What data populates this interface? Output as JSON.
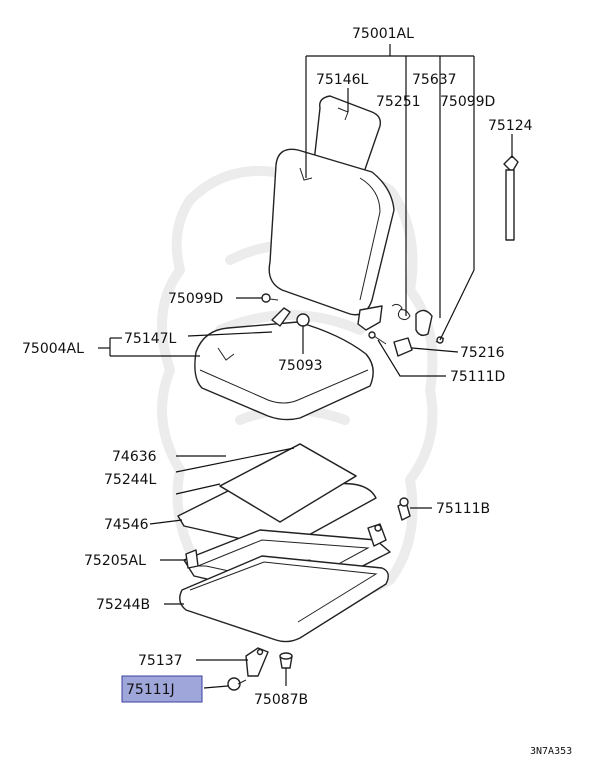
{
  "diagram": {
    "labels": {
      "p75001AL": "75001AL",
      "p75146L": "75146L",
      "p75637": "75637",
      "p75251": "75251",
      "p75099D_top": "75099D",
      "p75124": "75124",
      "p75099D_left": "75099D",
      "p75004AL": "75004AL",
      "p75147L": "75147L",
      "p75093": "75093",
      "p75216": "75216",
      "p75111D": "75111D",
      "p74636": "74636",
      "p75244L": "75244L",
      "p74546": "74546",
      "p75111B": "75111B",
      "p75205AL": "75205AL",
      "p75244B": "75244B",
      "p75137": "75137",
      "p75111J": "75111J",
      "p75087B": "75087B"
    },
    "highlighted_part": "75111J",
    "diagram_code": "3N7A353"
  }
}
